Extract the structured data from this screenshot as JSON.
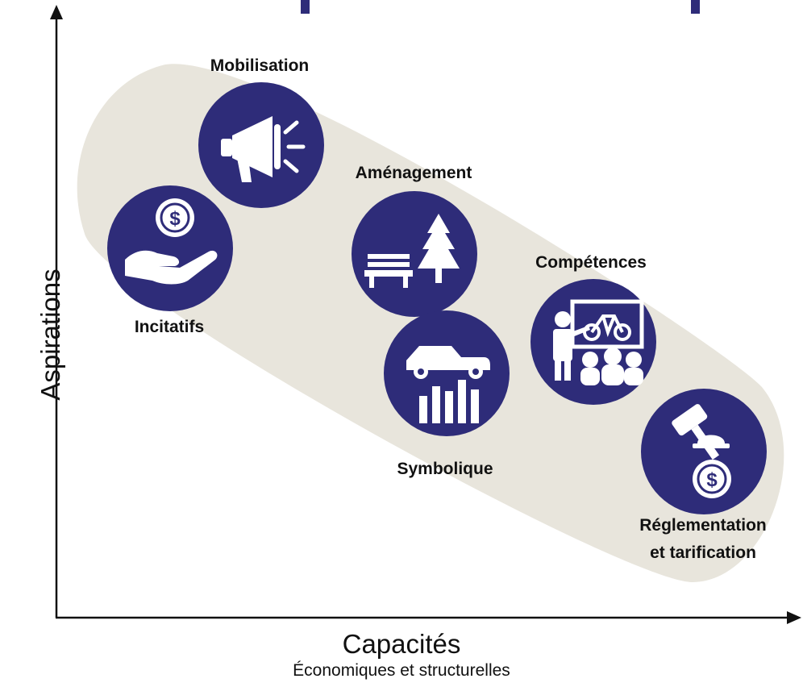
{
  "axes": {
    "x_title": "Capacités",
    "x_subtitle": "Économiques et structurelles",
    "y_title": "Aspirations"
  },
  "colors": {
    "circle_fill": "#2e2c79",
    "band_fill": "#e8e5dc",
    "icon": "#ffffff",
    "top_bars": "#2e2c79",
    "axis": "#111111",
    "text": "#111111"
  },
  "categories": [
    {
      "id": "mobilisation",
      "label": "Mobilisation",
      "icon": "megaphone-icon"
    },
    {
      "id": "incitatifs",
      "label": "Incitatifs",
      "icon": "hand-money-icon"
    },
    {
      "id": "amenagement",
      "label": "Aménagement",
      "icon": "bench-tree-icon"
    },
    {
      "id": "symbolique",
      "label": "Symbolique",
      "icon": "car-bar-chart-icon"
    },
    {
      "id": "competences",
      "label": "Compétences",
      "icon": "bike-training-icon"
    },
    {
      "id": "reglementation",
      "label_line1": "Réglementation",
      "label_line2": "et tarification",
      "icon": "gavel-money-icon"
    }
  ]
}
